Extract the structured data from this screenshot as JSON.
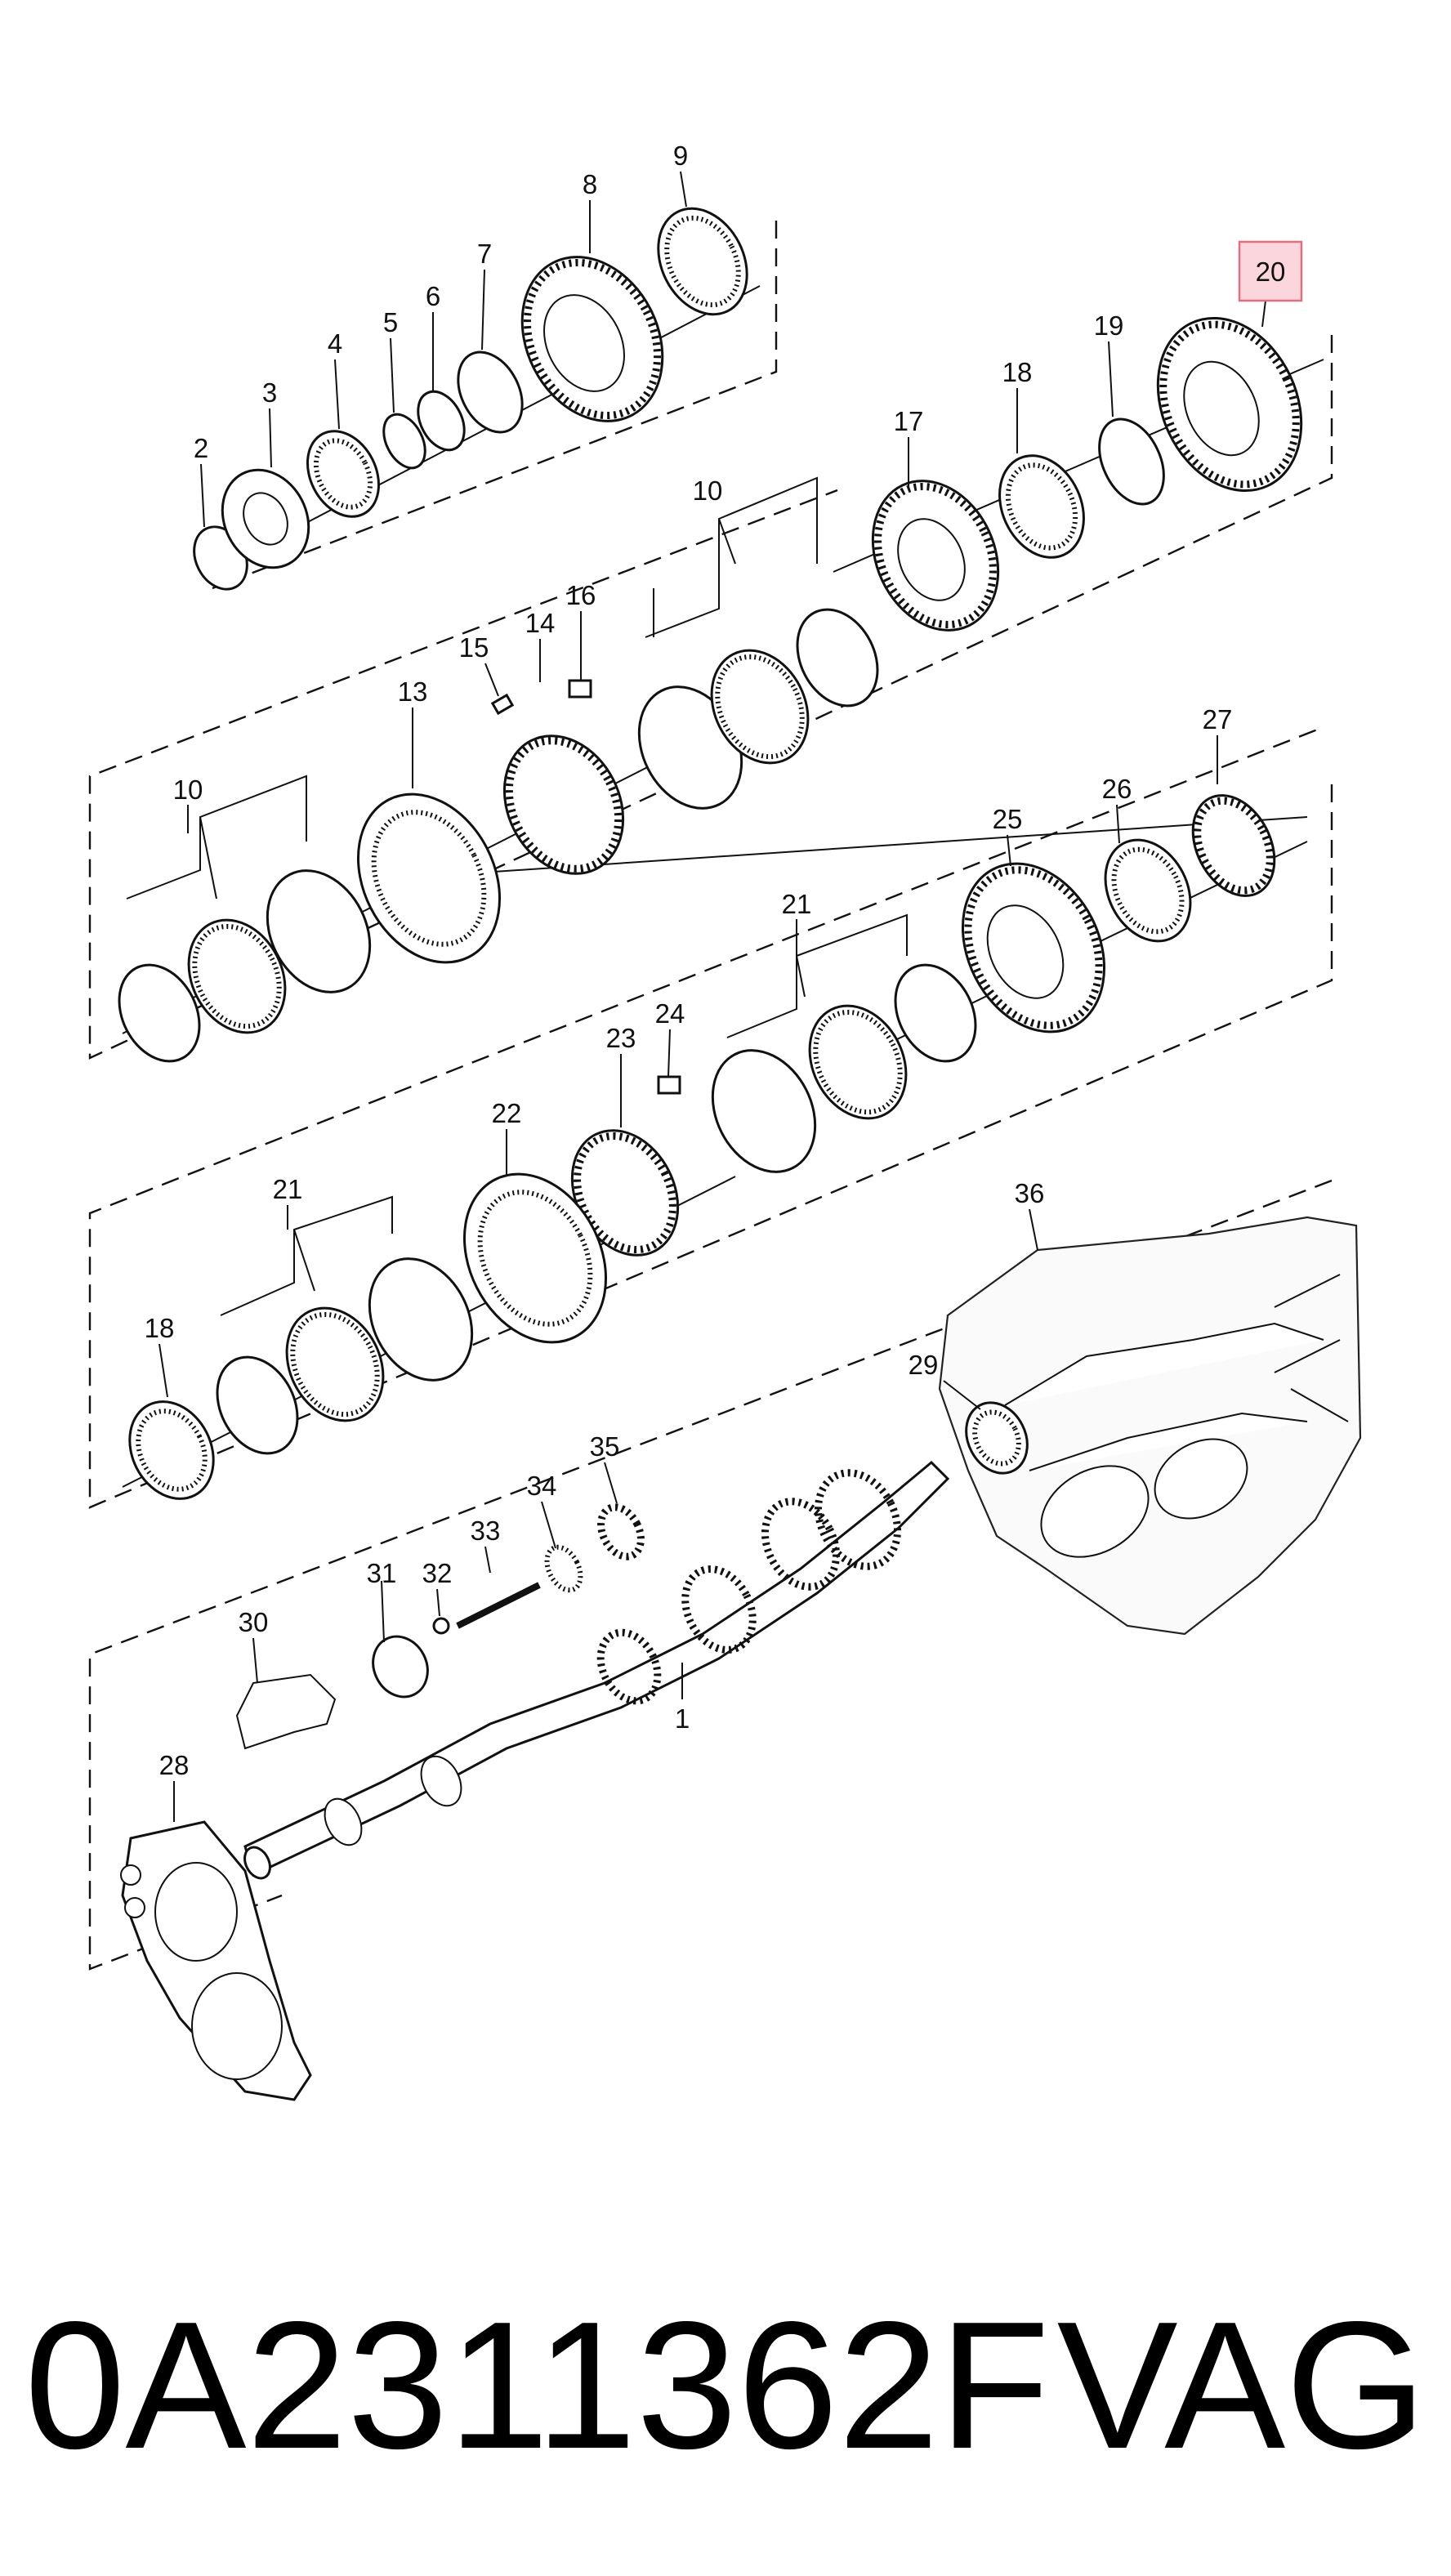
{
  "callouts": {
    "c1": "1",
    "c2": "2",
    "c3": "3",
    "c4": "4",
    "c5": "5",
    "c6": "6",
    "c7": "7",
    "c8": "8",
    "c9": "9",
    "c10a": "10",
    "c10b": "10",
    "c13": "13",
    "c14": "14",
    "c15": "15",
    "c16": "16",
    "c17": "17",
    "c18a": "18",
    "c18b": "18",
    "c19": "19",
    "c20": "20",
    "c21a": "21",
    "c21b": "21",
    "c22": "22",
    "c23": "23",
    "c24": "24",
    "c25": "25",
    "c26": "26",
    "c27": "27",
    "c28": "28",
    "c29": "29",
    "c30": "30",
    "c31": "31",
    "c32": "32",
    "c33": "33",
    "c34": "34",
    "c35": "35",
    "c36": "36"
  },
  "highlight": {
    "callout": "20",
    "fill": "#fbd6dc",
    "border": "#e07080"
  },
  "footer": {
    "part_number": "0A2311362F",
    "brand": "VAG"
  }
}
